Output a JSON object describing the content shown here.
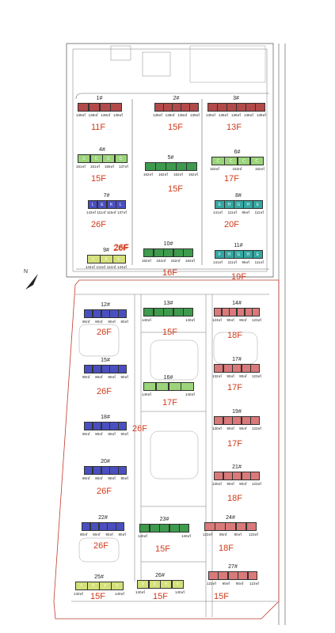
{
  "colors": {
    "red": "#b34a4a",
    "green": "#3e9a4c",
    "light_green": "#9bd47a",
    "teal": "#35a6a1",
    "blue": "#4a4fc0",
    "yellow_green": "#d4e07a",
    "pink": "#d9797a",
    "floor_text": "#d13a1a",
    "boundary": "#c0392b"
  },
  "north_label": "N",
  "buildings": [
    {
      "id": "b1",
      "number": "1#",
      "floors": "11F",
      "color": "red",
      "units": [
        "",
        "",
        "",
        ""
      ],
      "areas": [
        "139㎡",
        "138㎡",
        "138㎡",
        "139㎡"
      ]
    },
    {
      "id": "b2",
      "number": "2#",
      "floors": "15F",
      "color": "red",
      "units": [
        "",
        "",
        "",
        "",
        ""
      ],
      "areas": [
        "139㎡",
        "138㎡",
        "138㎡",
        "139㎡"
      ]
    },
    {
      "id": "b3",
      "number": "3#",
      "floors": "13F",
      "color": "red",
      "units": [
        "",
        "",
        "",
        "",
        "",
        ""
      ],
      "areas": [
        "139㎡",
        "138㎡",
        "138㎡",
        "138㎡",
        "139㎡"
      ]
    },
    {
      "id": "b4",
      "number": "4#",
      "floors": "15F",
      "color": "light_green",
      "units": [
        "C",
        "C",
        "C",
        "C"
      ],
      "areas": [
        "151㎡",
        "151㎡",
        "155㎡",
        "137㎡"
      ]
    },
    {
      "id": "b5",
      "number": "5#",
      "floors": "15F",
      "color": "green",
      "units": [
        "",
        "",
        "",
        "",
        ""
      ],
      "areas": [
        "162㎡",
        "162㎡",
        "162㎡",
        "162㎡"
      ]
    },
    {
      "id": "b6",
      "number": "6#",
      "floors": "17F",
      "color": "light_green",
      "units": [
        "C",
        "C",
        "C",
        "C"
      ],
      "areas": [
        "153㎡",
        "153㎡",
        "152㎡"
      ]
    },
    {
      "id": "b7",
      "number": "7#",
      "floors": "26F",
      "color": "blue",
      "units": [
        "L",
        "E",
        "K",
        "L"
      ],
      "areas": [
        "143㎡",
        "111㎡",
        "115㎡",
        "137㎡"
      ]
    },
    {
      "id": "b8",
      "number": "8#",
      "floors": "20F",
      "color": "teal",
      "units": [
        "E",
        "H",
        "G",
        "H",
        "E"
      ],
      "areas": [
        "141㎡",
        "111㎡",
        "96㎡",
        "111㎡"
      ]
    },
    {
      "id": "b9",
      "number": "9#",
      "floors": "26F",
      "color": "yellow_green",
      "units": [
        "L",
        "K",
        "L"
      ],
      "areas": [
        "144㎡",
        "112㎡",
        "112㎡",
        "144㎡"
      ]
    },
    {
      "id": "b10",
      "number": "10#",
      "floors": "16F",
      "color": "green",
      "units": [
        "",
        "",
        "",
        "",
        ""
      ],
      "areas": [
        "162㎡",
        "162㎡",
        "162㎡",
        "162㎡"
      ]
    },
    {
      "id": "b11",
      "number": "11#",
      "floors": "19F",
      "color": "teal",
      "units": [
        "F",
        "H",
        "G",
        "H",
        "E"
      ],
      "areas": [
        "141㎡",
        "111㎡",
        "96㎡",
        "111㎡"
      ]
    },
    {
      "id": "b12",
      "number": "12#",
      "floors": "26F",
      "color": "blue",
      "units": [
        "",
        "",
        "",
        "",
        ""
      ],
      "areas": [
        "90㎡",
        "90㎡",
        "90㎡",
        "90㎡"
      ]
    },
    {
      "id": "b13",
      "number": "13#",
      "floors": "15F",
      "color": "green",
      "units": [
        "",
        "",
        "",
        "",
        ""
      ],
      "areas": [
        "140㎡",
        "140㎡"
      ]
    },
    {
      "id": "b14",
      "number": "14#",
      "floors": "18F",
      "color": "pink",
      "units": [
        "",
        "",
        "",
        "",
        "",
        ""
      ],
      "areas": [
        "123㎡",
        "90㎡",
        "90㎡",
        "123㎡"
      ]
    },
    {
      "id": "b15",
      "number": "15#",
      "floors": "26F",
      "color": "blue",
      "units": [
        "",
        "",
        "",
        "",
        ""
      ],
      "areas": [
        "90㎡",
        "90㎡",
        "90㎡",
        "90㎡"
      ]
    },
    {
      "id": "b16",
      "number": "16#",
      "floors": "17F",
      "color": "light_green",
      "units": [
        "",
        "",
        "",
        ""
      ],
      "areas": [
        "140㎡",
        "140㎡"
      ]
    },
    {
      "id": "b17",
      "number": "17#",
      "floors": "17F",
      "color": "pink",
      "units": [
        "",
        "",
        "",
        "",
        ""
      ],
      "areas": [
        "132㎡",
        "90㎡",
        "90㎡",
        "123㎡"
      ]
    },
    {
      "id": "b18",
      "number": "18#",
      "floors": "26F",
      "color": "blue",
      "units": [
        "",
        "",
        "",
        "",
        ""
      ],
      "areas": [
        "90㎡",
        "90㎡",
        "90㎡",
        "90㎡"
      ]
    },
    {
      "id": "b19",
      "number": "19#",
      "floors": "17F",
      "color": "pink",
      "units": [
        "",
        "",
        "",
        "",
        ""
      ],
      "areas": [
        "130㎡",
        "90㎡",
        "90㎡",
        "123㎡"
      ]
    },
    {
      "id": "b20",
      "number": "20#",
      "floors": "26F",
      "color": "blue",
      "units": [
        "",
        "",
        "",
        "",
        ""
      ],
      "areas": [
        "90㎡",
        "90㎡",
        "90㎡",
        "90㎡"
      ]
    },
    {
      "id": "b21",
      "number": "21#",
      "floors": "18F",
      "color": "pink",
      "units": [
        "",
        "",
        "",
        "",
        ""
      ],
      "areas": [
        "130㎡",
        "90㎡",
        "90㎡",
        "123㎡"
      ]
    },
    {
      "id": "b22",
      "number": "22#",
      "floors": "26F",
      "color": "blue",
      "units": [
        "",
        "",
        "",
        "",
        ""
      ],
      "areas": [
        "90㎡",
        "90㎡",
        "90㎡",
        "90㎡"
      ]
    },
    {
      "id": "b23",
      "number": "23#",
      "floors": "15F",
      "color": "green",
      "units": [
        "",
        "",
        "",
        "",
        ""
      ],
      "areas": [
        "140㎡",
        "140㎡"
      ]
    },
    {
      "id": "b24",
      "number": "24#",
      "floors": "18F",
      "color": "pink",
      "units": [
        "",
        "",
        "",
        "",
        ""
      ],
      "areas": [
        "123㎡",
        "90㎡",
        "90㎡",
        "123㎡"
      ]
    },
    {
      "id": "b25",
      "number": "25#",
      "floors": "15F",
      "color": "yellow_green",
      "units": [
        "Y",
        "Y",
        "Y",
        "Y"
      ],
      "areas": [
        "140㎡",
        "140㎡"
      ]
    },
    {
      "id": "b26",
      "number": "26#",
      "floors": "15F",
      "color": "yellow_green",
      "units": [
        "Y",
        "Y",
        "Y",
        "Y"
      ],
      "areas": [
        "140㎡",
        "140㎡"
      ]
    },
    {
      "id": "b27",
      "number": "27#",
      "floors": "15F",
      "color": "pink",
      "units": [
        "",
        "",
        "",
        "",
        ""
      ],
      "areas": [
        "123㎡",
        "90㎡",
        "90㎡",
        "123㎡"
      ]
    }
  ],
  "extra_floor_labels": [
    {
      "id": "x1",
      "text": "26F"
    }
  ]
}
